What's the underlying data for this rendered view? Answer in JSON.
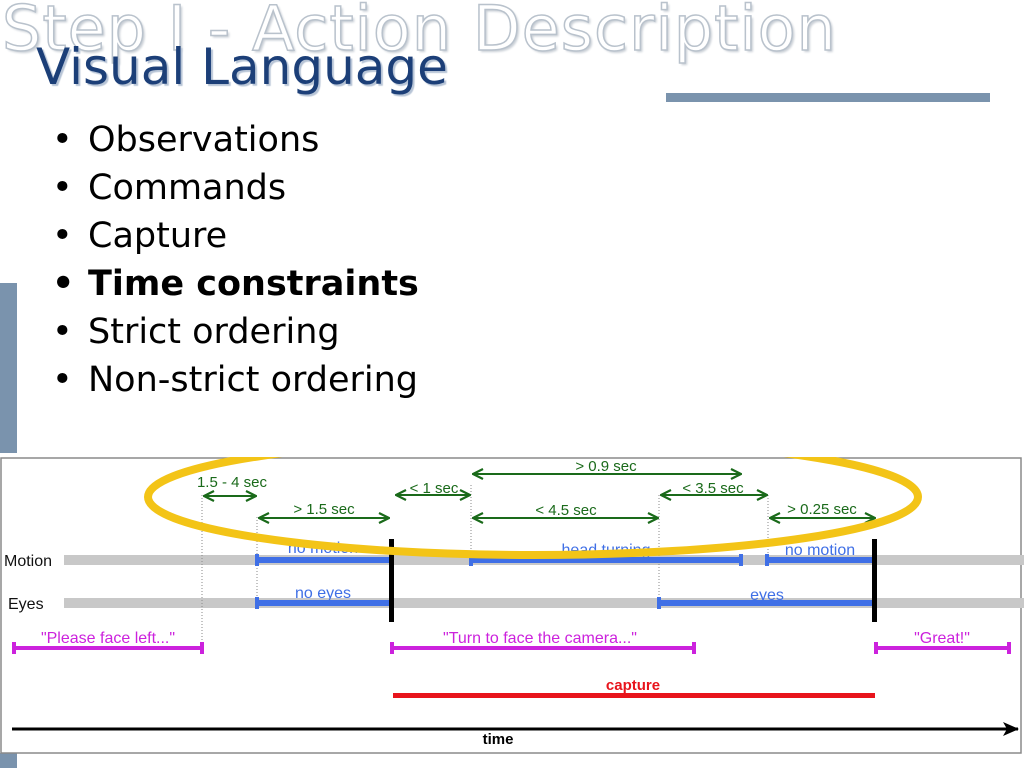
{
  "slide": {
    "ghost_title": "Step I - Action Description",
    "title": "Visual Language",
    "bullets": [
      {
        "text": "Observations",
        "bold": false
      },
      {
        "text": "Commands",
        "bold": false
      },
      {
        "text": "Capture",
        "bold": false
      },
      {
        "text": "Time constraints",
        "bold": true
      },
      {
        "text": "Strict ordering",
        "bold": false
      },
      {
        "text": "Non-strict ordering",
        "bold": false
      }
    ],
    "bullet_glyph": "•"
  },
  "diagram": {
    "rows": {
      "motion": "Motion",
      "eyes": "Eyes"
    },
    "observations": {
      "motion_1": "no motion",
      "motion_2": "head turning",
      "motion_3": "no motion",
      "eyes_1": "no eyes",
      "eyes_2": "eyes"
    },
    "commands": {
      "c1": "\"Please face left...\"",
      "c2": "\"Turn to face the camera...\"",
      "c3": "\"Great!\""
    },
    "capture": "capture",
    "time_axis": "time",
    "constraints": {
      "k1": "1.5 - 4 sec",
      "k2": "> 1.5 sec",
      "k3": "< 1 sec",
      "k4": "> 0.9 sec",
      "k5": "< 4.5 sec",
      "k6": "< 3.5 sec",
      "k7": "> 0.25 sec"
    },
    "colors": {
      "observation": "#3f6fe6",
      "command": "#cc22dd",
      "capture": "#e8141c",
      "constraint": "#1a6a1a",
      "highlight_ellipse": "#f3c417",
      "track": "#c8c8c8",
      "sync_bar": "#000000"
    }
  }
}
